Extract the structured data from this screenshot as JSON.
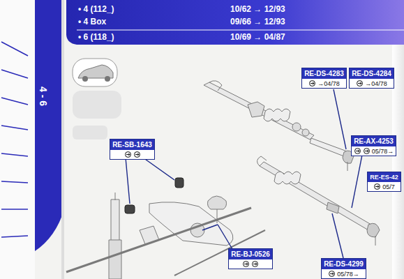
{
  "diagram": {
    "nodes": [
      {
        "text": [
          "RE-DS-4283",
          "→04/78"
        ]
      },
      {
        "text": [
          "RE-DS-4284",
          "→04/78"
        ]
      },
      {
        "text": [
          "RE-SB-1643"
        ]
      },
      {
        "text": [
          "RE-AX-4253",
          "05/78→"
        ]
      },
      {
        "text": [
          "RE-ES-42",
          "05/7"
        ]
      },
      {
        "text": [
          "RE-BJ-0526"
        ]
      },
      {
        "text": [
          "RE-DS-4299",
          "05/78→"
        ]
      }
    ],
    "labels": [
      "• 4 (112_)",
      "10/62 → 12/93",
      "• 4 Box",
      "09/66 → 12/93",
      "• 6 (118_)",
      "10/69 → 04/87",
      "4 - 6"
    ]
  }
}
